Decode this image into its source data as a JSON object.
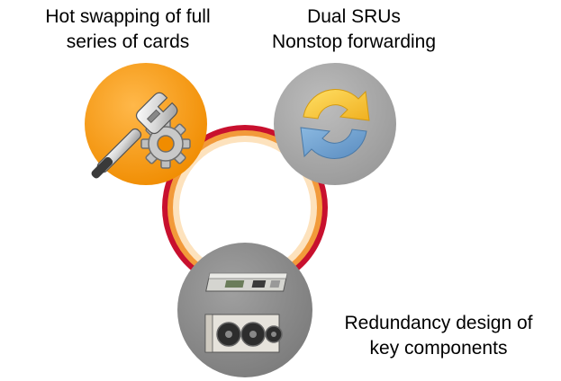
{
  "features": [
    {
      "id": "hot-swap",
      "lines": [
        "Hot swapping of full",
        "series of cards"
      ],
      "icon": "wrench-gear-icon",
      "color": "#f59a10"
    },
    {
      "id": "dual-sru",
      "lines": [
        "Dual SRUs",
        "Nonstop forwarding"
      ],
      "icon": "refresh-arrows-icon",
      "color": "#a9a9a9"
    },
    {
      "id": "redundancy",
      "lines": [
        "Redundancy design of",
        "key components"
      ],
      "icon": "hardware-modules-icon",
      "color": "#8c8c8c"
    }
  ],
  "ring_colors": {
    "outer": "#c8102e",
    "middle": "#f29a3a",
    "inner": "#fde2bd"
  }
}
